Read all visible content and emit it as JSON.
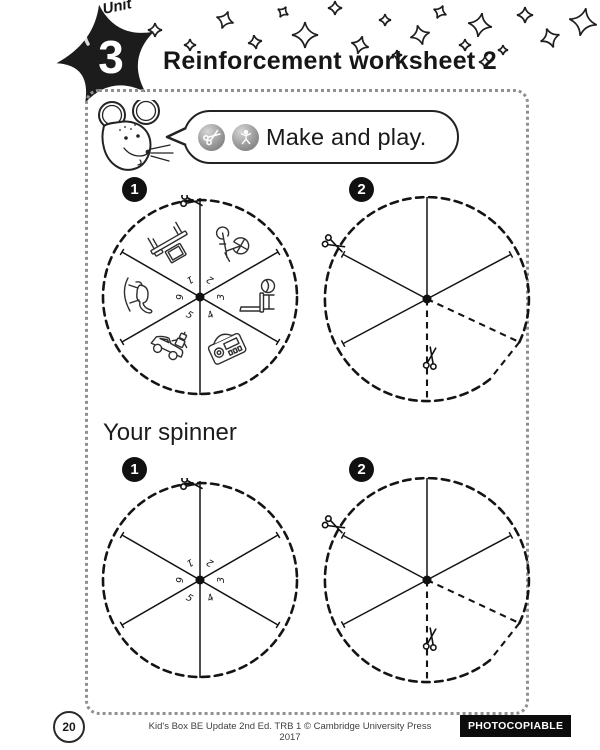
{
  "header": {
    "unit_label": "Unit",
    "unit_number": "3",
    "title": "Reinforcement worksheet 2"
  },
  "instruction": {
    "text": "Make and play.",
    "icons": [
      "cut-icon",
      "make-icon"
    ],
    "speaker": "mouse"
  },
  "spinners": {
    "badges": [
      "1",
      "2"
    ],
    "numbers": [
      "1",
      "2",
      "3",
      "4",
      "5",
      "6"
    ],
    "toys": [
      "computer on desk",
      "tricycle",
      "chair and ball",
      "cassette player",
      "toy car",
      "rocking horse"
    ],
    "your_spinner_label": "Your spinner"
  },
  "footer": {
    "page_number": "20",
    "credit": "Kid's Box BE Update 2nd Ed. TRB 1 © Cambridge University Press 2017",
    "photocopiable_label": "PHOTOCOPIABLE"
  },
  "colors": {
    "ink": "#1a1a1a",
    "border_dots": "#909090",
    "badge_bg": "#111111",
    "icon_gray": "#8b8b8b"
  }
}
